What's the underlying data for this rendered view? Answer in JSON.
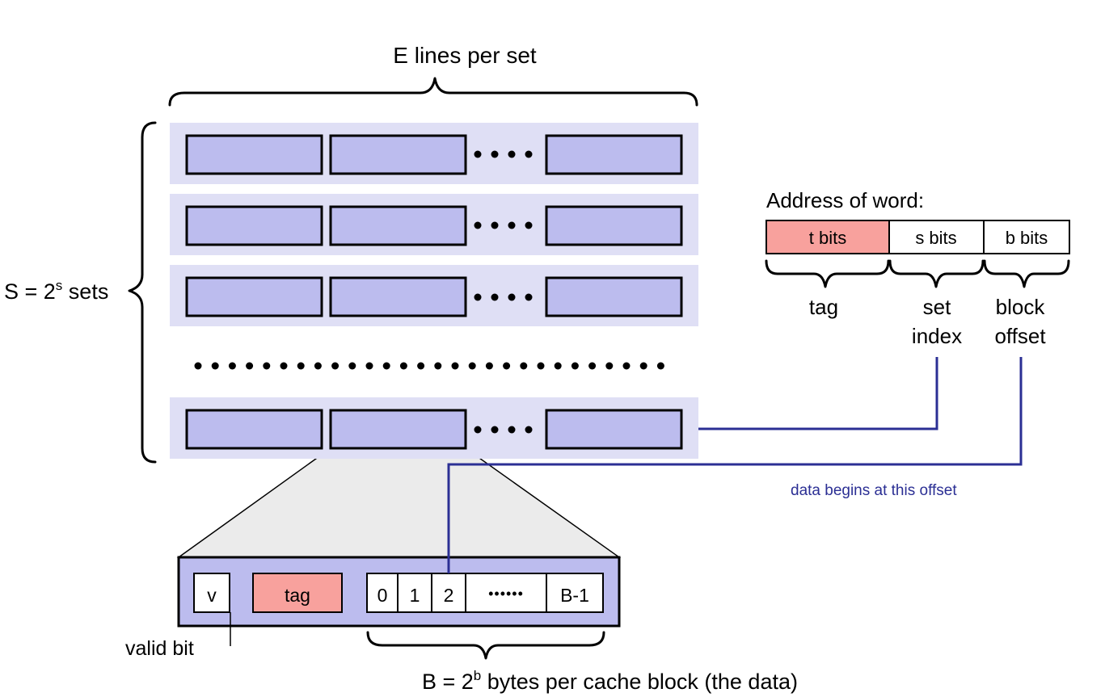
{
  "labels": {
    "e_lines": "E lines per set",
    "s_sets_prefix": "S = 2",
    "s_sets_sup": "s",
    "s_sets_suffix": " sets",
    "address_title": "Address of word:",
    "valid_bit": "valid bit",
    "b_bytes_prefix": "B = 2",
    "b_bytes_sup": "b",
    "b_bytes_suffix": " bytes per cache block (the data)",
    "data_offset_note": "data begins at this offset"
  },
  "address": {
    "fields": [
      {
        "text": "t bits",
        "fill": "#f8a19d"
      },
      {
        "text": "s bits",
        "fill": "#ffffff"
      },
      {
        "text": "b bits",
        "fill": "#ffffff"
      }
    ],
    "brace_labels": [
      "tag",
      "set",
      "index",
      "block",
      "offset"
    ]
  },
  "cache_line": {
    "valid": "v",
    "tag": "tag",
    "bytes": [
      "0",
      "1",
      "2"
    ],
    "ellipsis": "••••••",
    "last": "B-1"
  },
  "colors": {
    "set_row": "#dfdff5",
    "line_fill": "#bcbcee",
    "tag_fill": "#f8a19d",
    "wire": "#2b2f94",
    "zoom_fill": "#ebebeb"
  }
}
